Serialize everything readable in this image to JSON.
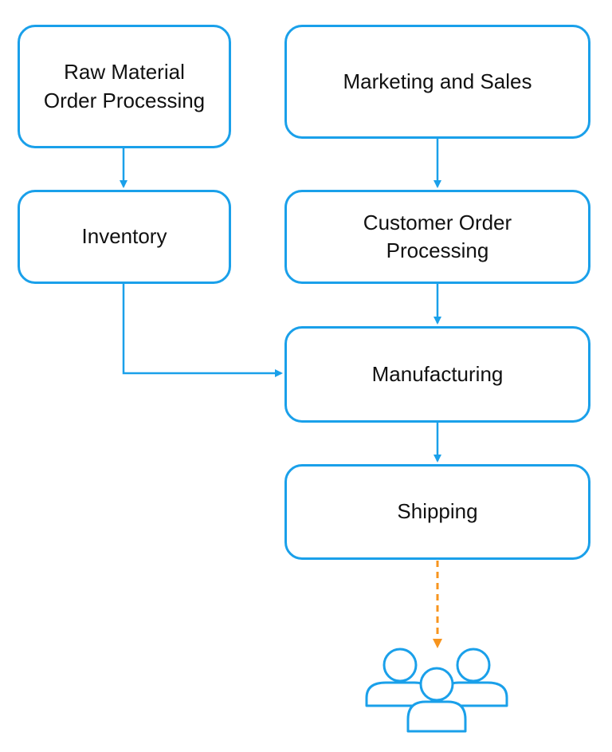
{
  "colors": {
    "box_border": "#1aa0ea",
    "arrow": "#1aa0ea",
    "customer_arrow": "#f7941d",
    "customers_icon": "#1aa0ea"
  },
  "nodes": {
    "raw_material": "Raw Material\nOrder Processing",
    "marketing": "Marketing and Sales",
    "inventory": "Inventory",
    "customer_order": "Customer Order\nProcessing",
    "manufacturing": "Manufacturing",
    "shipping": "Shipping"
  },
  "icons": {
    "customers": "customers-group-icon"
  }
}
